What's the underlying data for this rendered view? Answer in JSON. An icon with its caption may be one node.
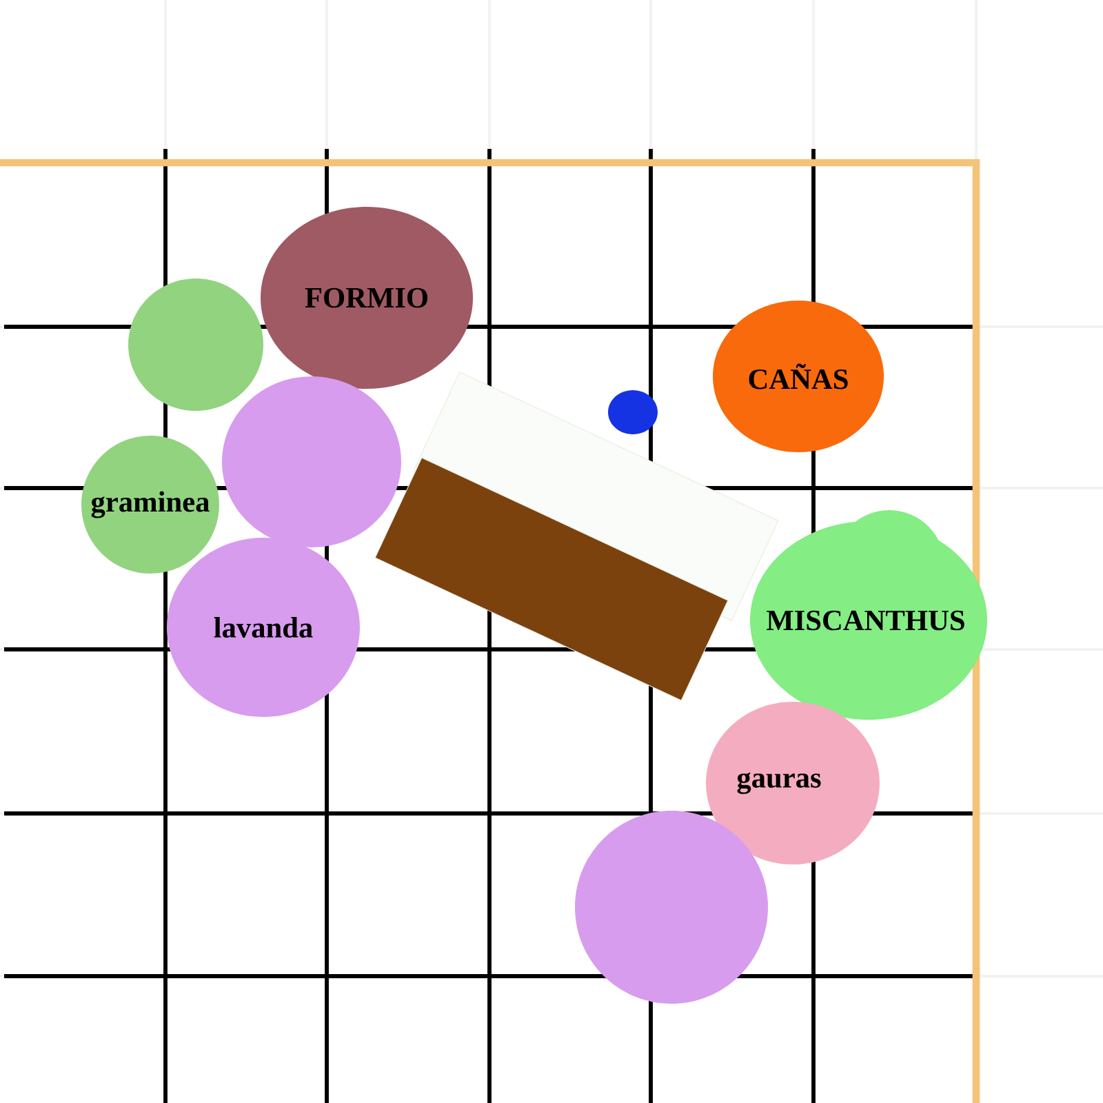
{
  "diagram": {
    "nodes": [
      {
        "text": [
          "FORMIO"
        ]
      },
      {
        "text": [],
        "shape": "circle"
      },
      {
        "text": [
          "CAÑAS"
        ]
      },
      {
        "text": [],
        "shape": "circle"
      },
      {
        "text": [],
        "shape": "circle"
      },
      {
        "text": [
          "graminea"
        ]
      },
      {
        "text": [],
        "shape": "box"
      },
      {
        "text": [],
        "shape": "box"
      },
      {
        "text": [
          "MISCANTHUS"
        ]
      },
      {
        "text": [
          "lavanda"
        ]
      },
      {
        "text": [
          "gauras"
        ]
      },
      {
        "text": [],
        "shape": "circle"
      }
    ]
  }
}
